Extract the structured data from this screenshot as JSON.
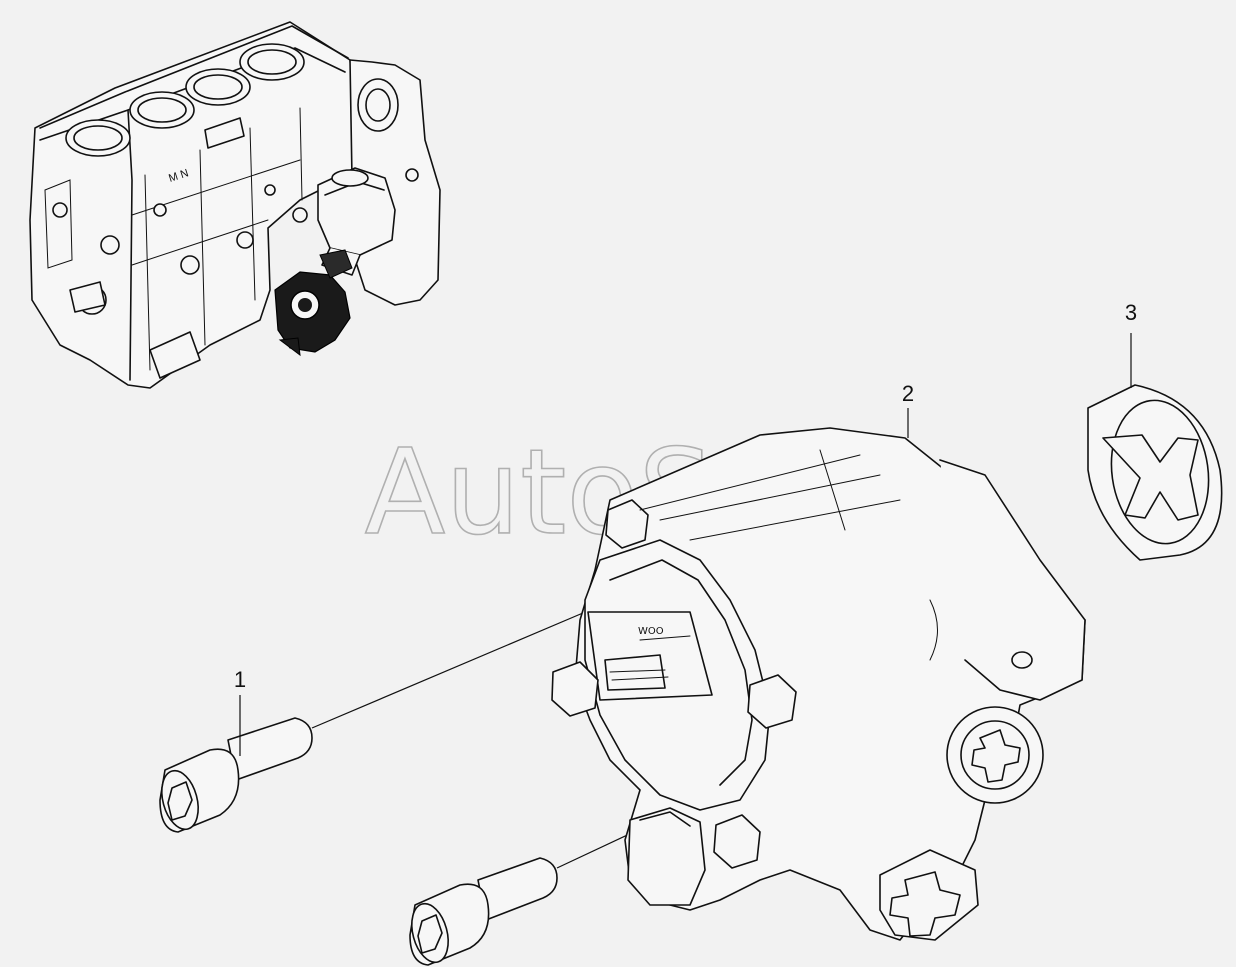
{
  "watermark": "AutoSoft",
  "callouts": [
    {
      "label": "1"
    },
    {
      "label": "2"
    },
    {
      "label": "3"
    }
  ],
  "plate": {
    "code": "WOO"
  },
  "engine_marks": {
    "text": "M N"
  },
  "colors": {
    "background": "#f2f2f2",
    "line": "#111111",
    "watermark": "#b0b0b0",
    "highlight": "#1a1a1a"
  }
}
